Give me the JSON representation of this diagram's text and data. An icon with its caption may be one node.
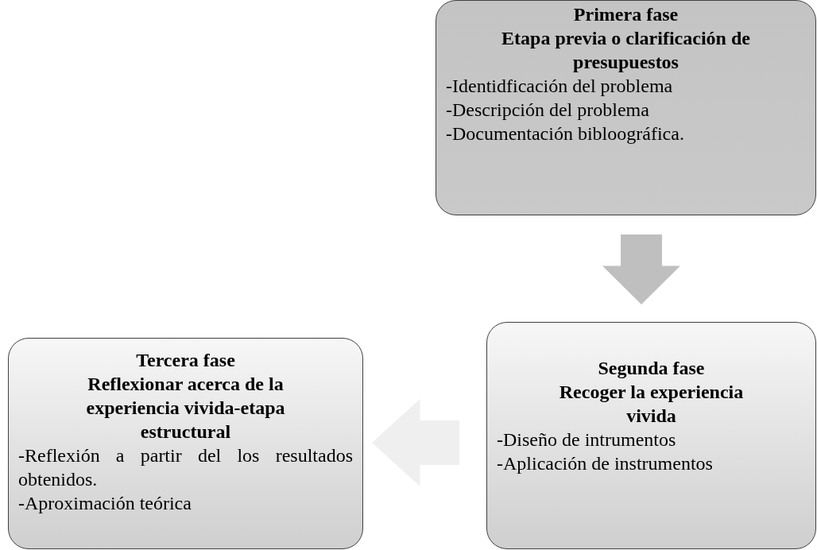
{
  "diagram": {
    "nodes": [
      {
        "text": [
          "Primera fase",
          "Etapa previa o clarificación de presupuestos",
          "-Identidficación del problema",
          "-Descripción del problema",
          "-Documentación bibloográfica."
        ]
      },
      {
        "text": [
          "Segunda fase",
          "Recoger la experiencia vivida",
          "-Diseño de intrumentos",
          "-Aplicación de instrumentos"
        ]
      },
      {
        "text": [
          "Tercera fase",
          "Reflexionar acerca de la experiencia vivida-etapa estructural",
          "-Reflexión a partir del los resultados obtenidos.",
          "-Aproximación teórica"
        ]
      }
    ],
    "edges": [
      {
        "from": 0,
        "to": 1,
        "arrow": "to",
        "style": "thick",
        "color": "#bfbfbf"
      },
      {
        "from": 1,
        "to": 2,
        "arrow": "to",
        "style": "thick",
        "color": "#efefef"
      }
    ]
  }
}
